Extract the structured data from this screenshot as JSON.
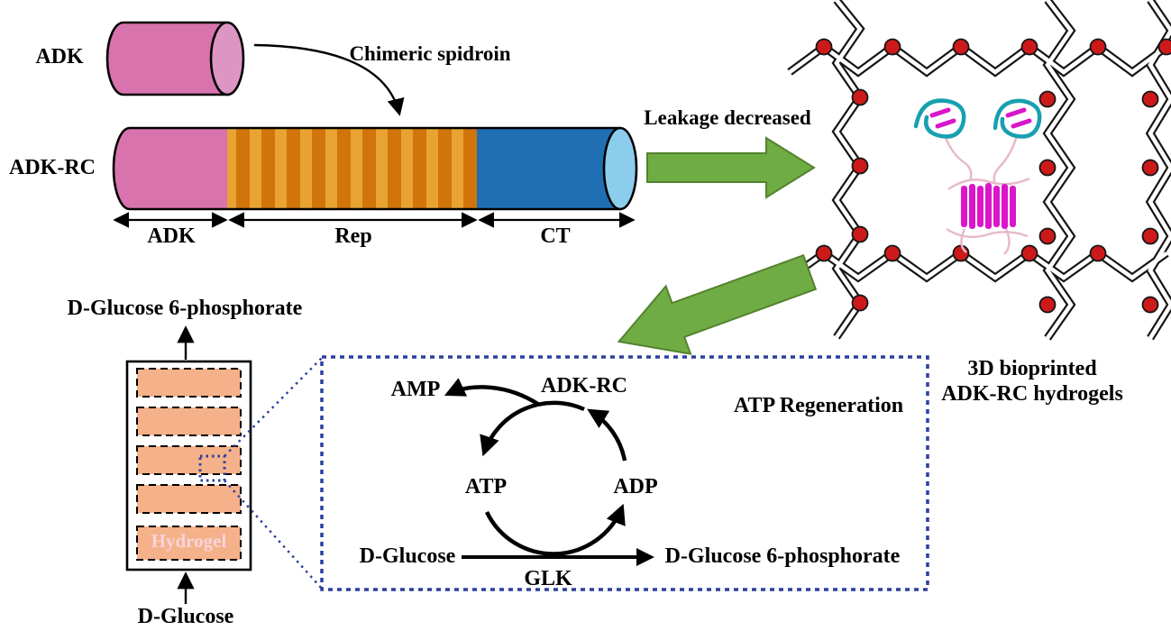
{
  "figure": {
    "construct": {
      "adk_label": "ADK",
      "adk_rc_label": "ADK-RC",
      "arrow_label": "Chimeric spidroin",
      "segments": [
        {
          "label": "ADK"
        },
        {
          "label": "Rep"
        },
        {
          "label": "CT"
        }
      ]
    },
    "network": {
      "arrow_label": "Leakage decreased",
      "caption_line1": "3D bioprinted",
      "caption_line2": "ADK-RC hydrogels"
    },
    "hydrogel_stack": {
      "output_label": "D-Glucose 6-phosphorate",
      "block_label": "Hydrogel",
      "input_label": "D-Glucose"
    },
    "reaction_box": {
      "title": "ATP Regeneration",
      "amp": "AMP",
      "enzyme": "ADK-RC",
      "atp": "ATP",
      "adp": "ADP",
      "substrate": "D-Glucose",
      "kinase": "GLK",
      "product": "D-Glucose 6-phosphorate"
    }
  },
  "colors": {
    "pink_body": "#D873AE",
    "pink_cap": "#DD95C4",
    "orange_light": "#E8A333",
    "orange_dark": "#D1750B",
    "blue_body": "#1F6FB2",
    "blue_cap": "#8CCDEE",
    "green_arrow": "#6FAC44",
    "crosslink_red": "#CC1A1A",
    "hydrogel_peach": "#F5B189",
    "box_navy": "#2B3F9F",
    "protein_cyan": "#18A0B0",
    "protein_magenta": "#D916C9",
    "hydrogel_text": "#F8D4DC"
  }
}
